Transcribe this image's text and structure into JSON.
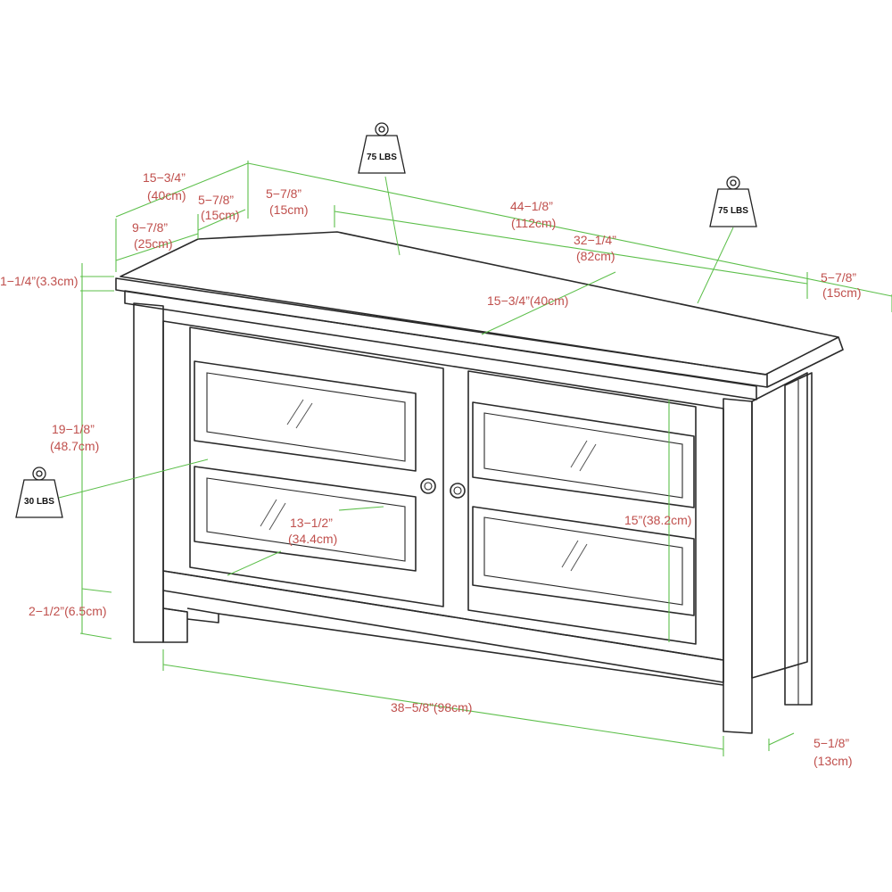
{
  "labels": {
    "depth_side": "15−3/4”",
    "depth_side_cm": "(40cm)",
    "corner_a": "5−7/8”",
    "corner_a_cm": "(15cm)",
    "corner_b": "5−7/8”",
    "corner_b_cm": "(15cm)",
    "back_depth": "9−7/8”",
    "back_depth_cm": "(25cm)",
    "top_width": "44−1/8”",
    "top_width_cm": "(112cm)",
    "back_width": "32−1/4”",
    "back_width_cm": "(82cm)",
    "corner_right": "5−7/8”",
    "corner_right_cm": "(15cm)",
    "top_thickness": "1−1/4”(3.3cm)",
    "inner_depth": "15−3/4”(40cm)",
    "height": "19−1/8”",
    "height_cm": "(48.7cm)",
    "shelf_width": "13−1/2”",
    "shelf_width_cm": "(34.4cm)",
    "inner_height": "15”(38.2cm)",
    "clearance": "2−1/2”(6.5cm)",
    "base_width": "38−5/8”(98cm)",
    "leg_depth": "5−1/8”",
    "leg_depth_cm": "(13cm)"
  },
  "weights": {
    "top_left": "75 LBS",
    "top_right": "75 LBS",
    "shelf": "30 LBS"
  },
  "icons": {
    "weight": "weight-icon"
  },
  "colors": {
    "dimension_line": "#5cbf4a",
    "label_text": "#c0504d",
    "furniture_line": "#2a2a2a"
  }
}
